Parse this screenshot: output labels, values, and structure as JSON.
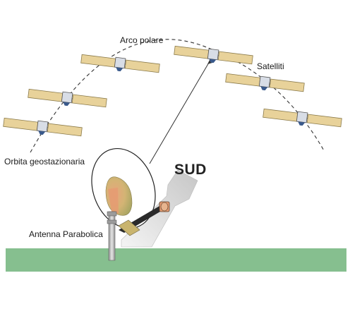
{
  "labels": {
    "arco_polare": "Arco polare",
    "satelliti": "Satelliti",
    "orbita": "Orbita geostazionaria",
    "sud": "SUD",
    "antenna": "Antenna Parabolica"
  },
  "colors": {
    "ground": "#86bf8f",
    "solar_panel": "#e8d29a",
    "solar_panel_edge": "#8a7a4a",
    "dish_fill": "#c9b46e",
    "dish_orange": "#e7a27a",
    "arrow_fill": "#d6d6d6",
    "mast": "#b9b9b9",
    "satellite_body": "#d8dde6"
  },
  "icons": [
    "satellite-icon",
    "dish-antenna-icon",
    "direction-arrow-icon"
  ]
}
